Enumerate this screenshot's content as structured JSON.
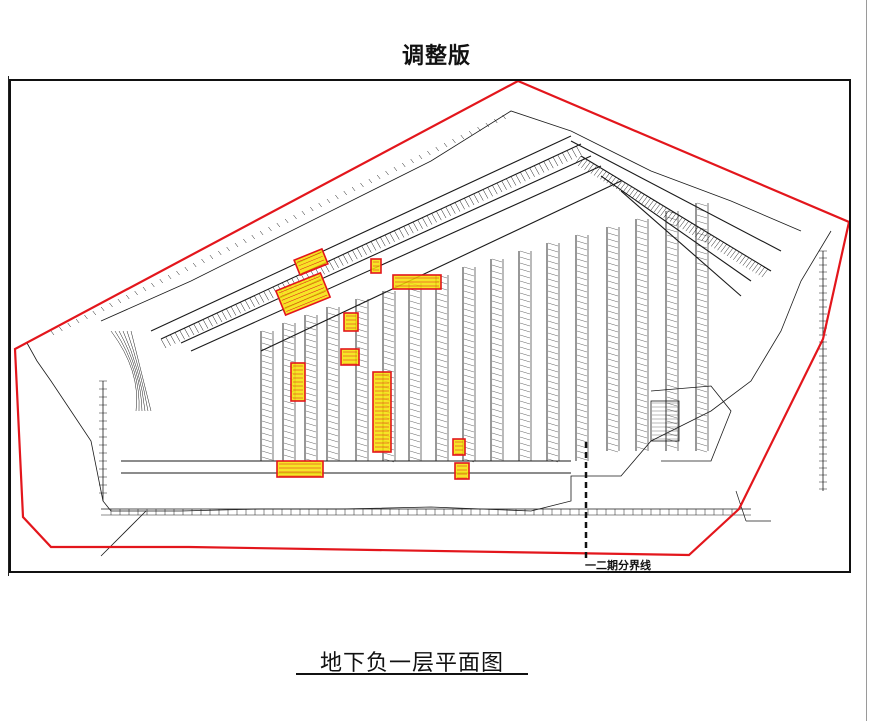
{
  "document": {
    "top_title": "调整版",
    "plan_title": "地下负一层平面图"
  },
  "plan": {
    "phase_line_label": "一二期分界线",
    "colors": {
      "boundary": "#e3161c",
      "highlight_fill": "#f5e100",
      "highlight_zone": "#ff3b30",
      "linework": "#111111"
    }
  }
}
